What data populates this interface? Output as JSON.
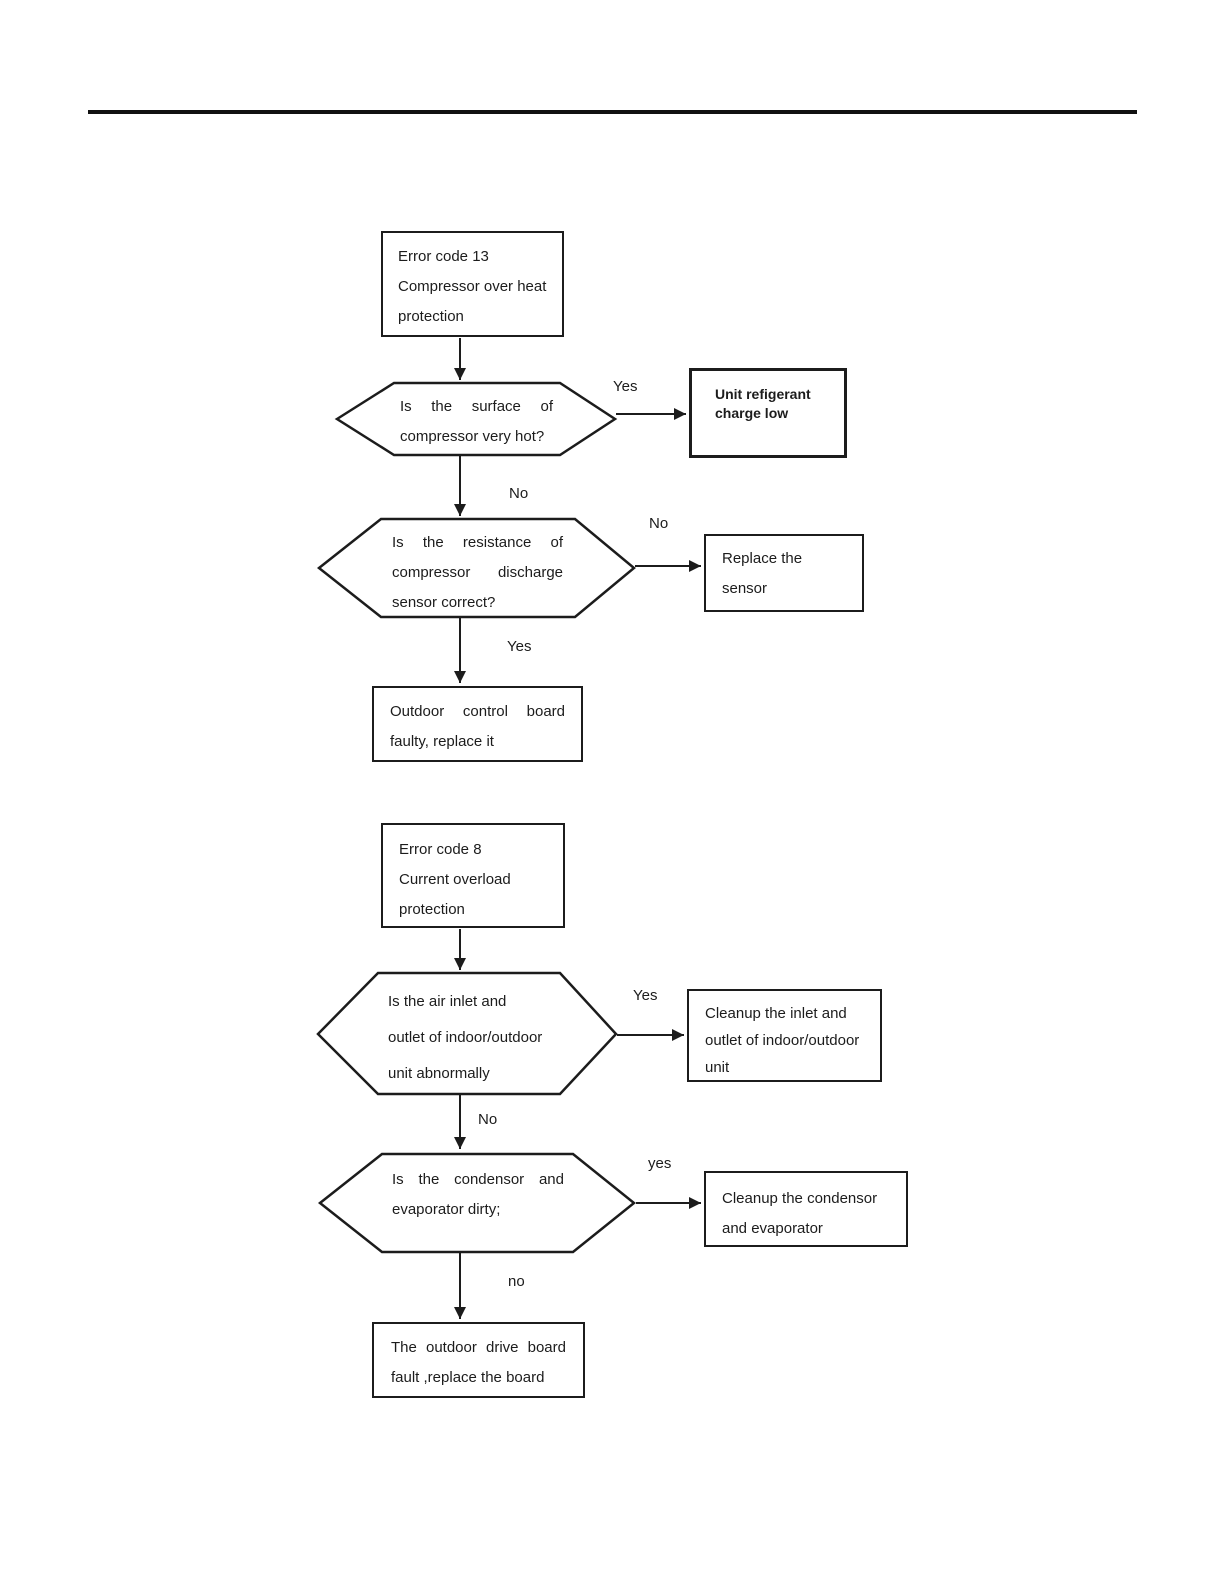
{
  "fc1": {
    "start_lines": [
      "Error code 13",
      "Compressor over heat",
      "protection"
    ],
    "d1_lines": [
      "Is the surface of",
      "compressor very hot?"
    ],
    "yes1": "Yes",
    "yes1_box_lines": [
      "Unit refigerant",
      "charge low"
    ],
    "no1": "No",
    "d2_lines": [
      "Is the resistance of",
      "compressor discharge",
      "sensor correct?"
    ],
    "no2": "No",
    "no2_box_lines": [
      "Replace the",
      "sensor"
    ],
    "yes2": "Yes",
    "end_lines": [
      "Outdoor control board",
      "faulty, replace it"
    ]
  },
  "fc2": {
    "start_lines": [
      "Error code 8",
      "Current overload",
      "protection"
    ],
    "d1_lines": [
      "Is the air inlet and",
      "outlet of indoor/outdoor",
      "unit abnormally"
    ],
    "yes1": "Yes",
    "yes1_box_lines": [
      "Cleanup the inlet and",
      "outlet of indoor/outdoor",
      "unit"
    ],
    "no1": "No",
    "d2_lines": [
      "Is the condensor and",
      "evaporator dirty;"
    ],
    "yes2": "yes",
    "yes2_box_lines": [
      "Cleanup the condensor",
      "and evaporator"
    ],
    "no2": "no",
    "end_lines": [
      "The outdoor drive board",
      "fault ,replace the board"
    ]
  },
  "colors": {
    "ink": "#1c1c1c",
    "background": "#ffffff"
  }
}
